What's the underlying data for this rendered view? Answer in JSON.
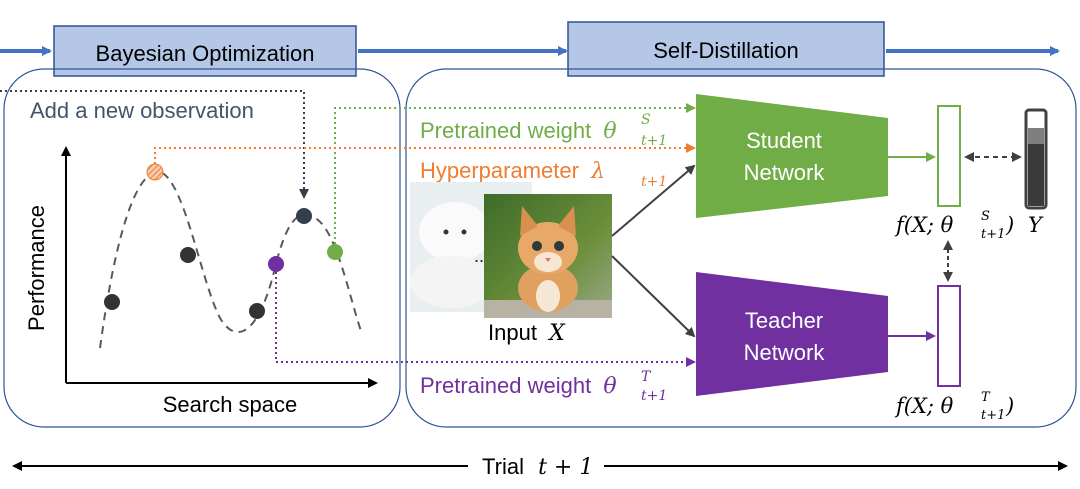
{
  "stages": {
    "bo_title": "Bayesian Optimization",
    "sd_title": "Self-Distillation"
  },
  "bo_panel": {
    "add_observation": "Add a new observation",
    "y_axis_label": "Performance",
    "x_axis_label": "Search space"
  },
  "sd_panel": {
    "pretrained_student": "Pretrained weight",
    "pretrained_student_math": "θ",
    "student_sup": "S",
    "student_sub": "t+1",
    "hyperparameter": "Hyperparameter",
    "hyperparameter_math": "λ",
    "hyper_sub": "t+1",
    "pretrained_teacher": "Pretrained weight",
    "pretrained_teacher_math": "θ",
    "teacher_sup": "T",
    "teacher_sub": "t+1",
    "input_label": "Input",
    "input_var": "X",
    "ellipsis": "...",
    "student_line1": "Student",
    "student_line2": "Network",
    "teacher_line1": "Teacher",
    "teacher_line2": "Network",
    "student_out_prefix": "f(X; θ",
    "student_out_sup": "S",
    "student_out_sub": "t+1",
    "student_out_suffix": ")",
    "teacher_out_prefix": "f(X; θ",
    "teacher_out_sup": "T",
    "teacher_out_sub": "t+1",
    "teacher_out_suffix": ")",
    "label_y": "Y"
  },
  "trial": {
    "label": "Trial",
    "math": "t + 1"
  },
  "colors": {
    "stage_fill": "#b4c7e7",
    "stage_stroke": "#2f528f",
    "arrow_blue": "#4472c4",
    "panel_stroke": "#2f5597",
    "green": "#70ad47",
    "orange": "#ed7d31",
    "purple": "#7030a0",
    "dark": "#333f50"
  }
}
